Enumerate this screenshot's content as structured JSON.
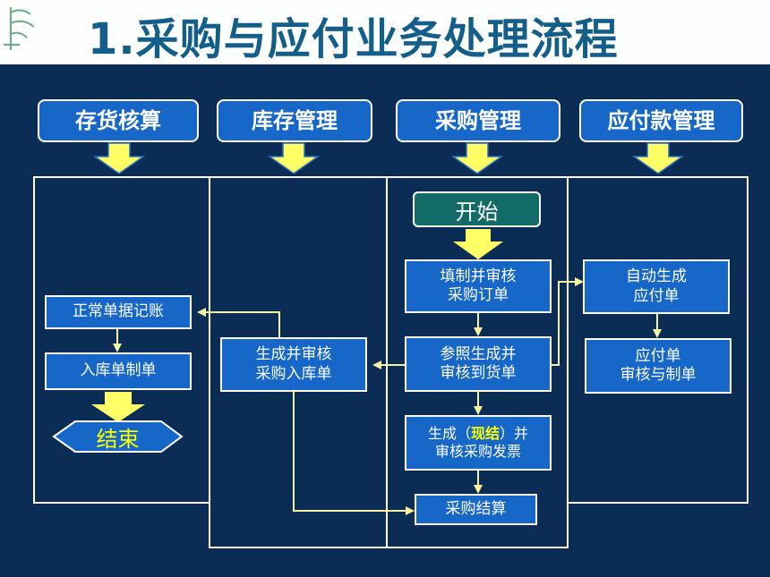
{
  "title": "1.采购与应付业务处理流程",
  "lanes": {
    "inventory_accounting": "存货核算",
    "stock_management": "库存管理",
    "purchase_management": "采购管理",
    "payable_management": "应付款管理"
  },
  "nodes": {
    "start": "开始",
    "fill_order_1": "填制并审核",
    "fill_order_2": "采购订单",
    "refer_arrival_1": "参照生成并",
    "refer_arrival_2": "审核到货单",
    "invoice_1a": "生成（",
    "invoice_1b": "现结",
    "invoice_1c": "）并",
    "invoice_2": "审核采购发票",
    "settle": "采购结算",
    "gen_receipt_1": "生成并审核",
    "gen_receipt_2": "采购入库单",
    "bookkeeping": "正常单据记账",
    "voucher": "入库单制单",
    "end": "结束",
    "auto_payable_1": "自动生成",
    "auto_payable_2": "应付单",
    "review_payable_1": "应付单",
    "review_payable_2": "审核与制单"
  },
  "colors": {
    "background": "#0b2c55",
    "box_fill": "#1667c8",
    "start_fill": "#136b68",
    "arrow_fill": "#ffff66",
    "connector": "#f4f4a0",
    "title": "#145e8a"
  }
}
